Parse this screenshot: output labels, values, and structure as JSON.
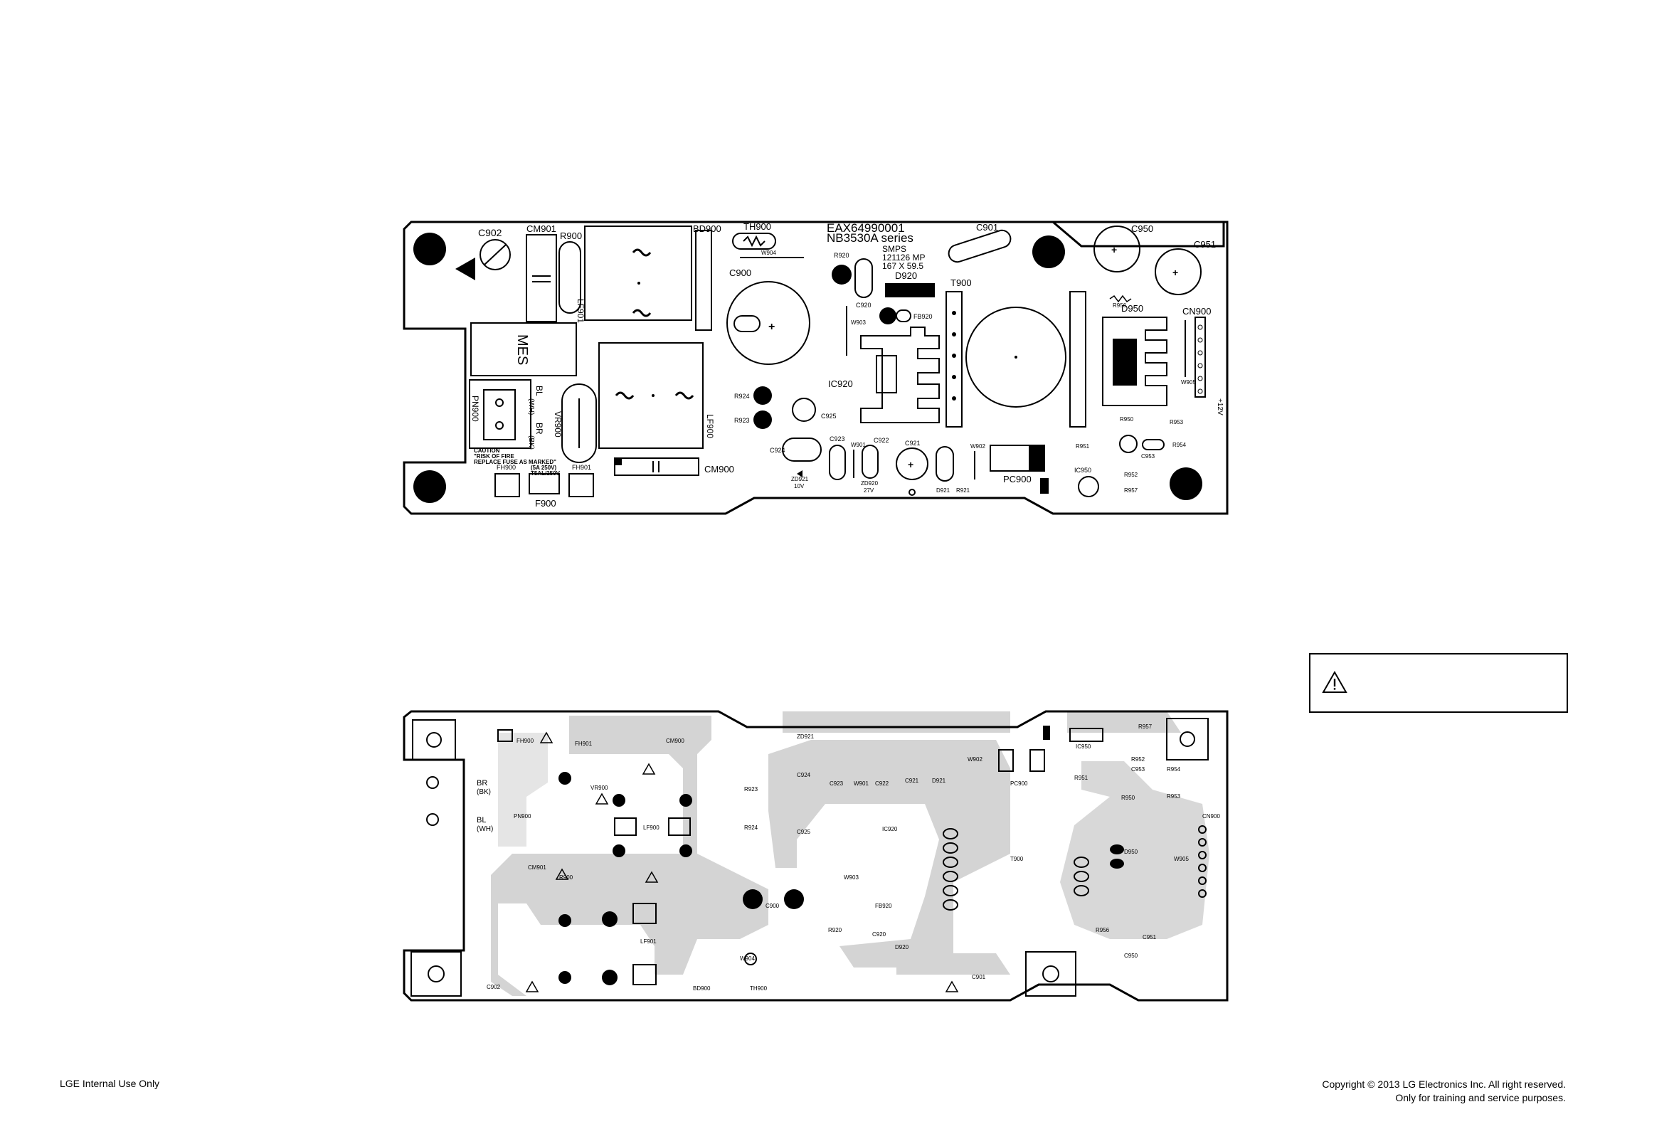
{
  "footer": {
    "left": "LGE Internal Use Only",
    "right_line1": "Copyright © 2013 LG Electronics Inc. All right reserved.",
    "right_line2": "Only for training and service purposes."
  },
  "caution_box": {
    "icon": "warning-triangle-icon"
  },
  "top_board": {
    "part_number": "EAX64990001",
    "series": "NB3530A series",
    "board_type": "SMPS",
    "date": "121126 MP",
    "size": "167 X 59.5",
    "caution_lines": [
      "CAUTION",
      "\"RISK OF FIRE",
      "REPLACE FUSE AS MARKED\"",
      "(5A 250V)",
      "T5AL/250V"
    ],
    "wire_br": "BR",
    "wire_br_color": "(BK)",
    "wire_bl": "BL",
    "wire_bl_color": "(WH)",
    "output_label": "+12V",
    "components": {
      "c902": "C902",
      "cm901": "CM901",
      "r900": "R900",
      "bd900": "BD900",
      "th900": "TH900",
      "w904": "W904",
      "c901": "C901",
      "c950": "C950",
      "c951": "C951",
      "r920": "R920",
      "c920": "C920",
      "d920": "D920",
      "t900": "T900",
      "c900": "C900",
      "fb920": "FB920",
      "w903": "W903",
      "ic920": "IC920",
      "r956": "R956",
      "d950": "D950",
      "cn900": "CN900",
      "mes": "MES",
      "pn900": "PN900",
      "vr900": "VR900",
      "lf900": "LF900",
      "lf901": "LF901",
      "r924": "R924",
      "r923": "R923",
      "c925": "C925",
      "w905": "W905",
      "r950": "R950",
      "r953": "R953",
      "r954": "R954",
      "c924": "C924",
      "c923": "C923",
      "w901": "W901",
      "c922": "C922",
      "c921": "C921",
      "w902": "W902",
      "r951": "R951",
      "c953": "C953",
      "fh900": "FH900",
      "fh901": "FH901",
      "cm900": "CM900",
      "zd921": "ZD921",
      "zd921_v": "10V",
      "zd920": "ZD920",
      "zd920_v": "27V",
      "d921": "D921",
      "r921": "R921",
      "pc900": "PC900",
      "ic950": "IC950",
      "r952": "R952",
      "r957": "R957",
      "f900": "F900"
    }
  },
  "bottom_board": {
    "labels": {
      "fh900": "FH900",
      "fh901": "FH901",
      "cm900": "CM900",
      "zd921": "ZD921",
      "r957": "R957",
      "ic950": "IC950",
      "w902": "W902",
      "pc900": "PC900",
      "r951": "R951",
      "r952": "R952",
      "c953": "C953",
      "r954": "R954",
      "r950": "R950",
      "r953": "R953",
      "cn900": "CN900",
      "br": "BR",
      "bk": "(BK)",
      "bl": "BL",
      "wh": "(WH)",
      "pn900": "PN900",
      "vr900": "VR900",
      "lf900": "LF900",
      "r923": "R923",
      "r924": "R924",
      "c925": "C925",
      "ic920": "IC920",
      "t900": "T900",
      "d950": "D950",
      "w905": "W905",
      "cm901": "CM901",
      "r900": "R900",
      "c900": "C900",
      "w903": "W903",
      "fb920": "FB920",
      "lf901": "LF901",
      "r920": "R920",
      "c920": "C920",
      "d920": "D920",
      "r956": "R956",
      "c951": "C951",
      "w904": "W904",
      "bd900": "BD900",
      "th900": "TH900",
      "c901": "C901",
      "c950": "C950",
      "c902": "C902",
      "c924": "C924",
      "c923": "C923",
      "w901": "W901",
      "c922": "C922",
      "c921": "C921",
      "d921": "D921"
    }
  }
}
